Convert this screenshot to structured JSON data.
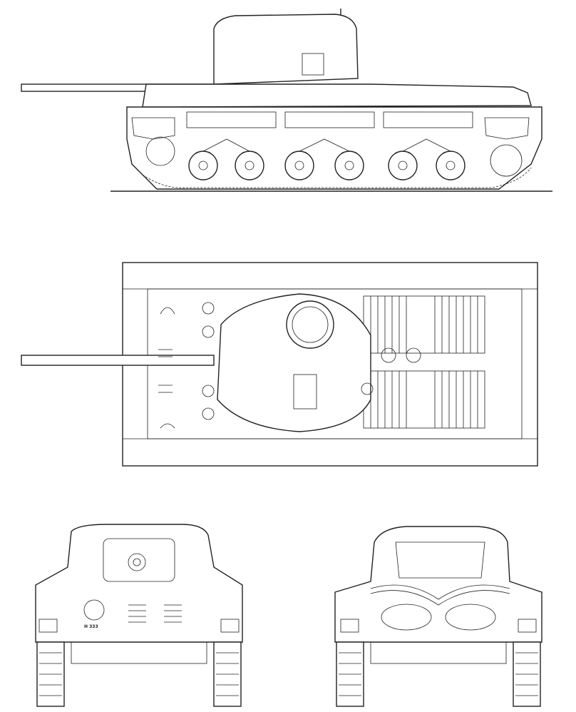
{
  "drawing": {
    "views": [
      "side",
      "top",
      "front",
      "rear"
    ],
    "front_plate_marking": "H 333",
    "line_color": "#222222",
    "background": "#ffffff"
  }
}
